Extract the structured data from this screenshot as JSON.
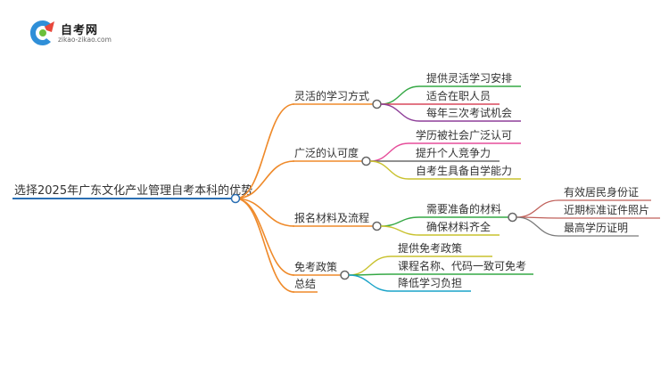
{
  "brand": {
    "name": "自考网",
    "url": "zikao-zikao.com"
  },
  "mindmap": {
    "root": "选择2025年广东文化产业管理自考本科的优势",
    "branches": [
      {
        "label": "灵活的学习方式",
        "color": "#ef8a2a",
        "children": [
          {
            "label": "提供灵活学习安排",
            "color": "#35a845"
          },
          {
            "label": "适合在职人员",
            "color": "#d9485b"
          },
          {
            "label": "每年三次考试机会",
            "color": "#8e3f99"
          }
        ]
      },
      {
        "label": "广泛的认可度",
        "color": "#ef8a2a",
        "children": [
          {
            "label": "学历被社会广泛认可",
            "color": "#e64d9a"
          },
          {
            "label": "提升个人竞争力",
            "color": "#6c6c6c"
          },
          {
            "label": "自考生具备自学能力",
            "color": "#c9c22f"
          }
        ]
      },
      {
        "label": "报名材料及流程",
        "color": "#ef8a2a",
        "children": [
          {
            "label": "需要准备的材料",
            "color": "#35a845",
            "children": [
              {
                "label": "有效居民身份证",
                "color": "#c0605a"
              },
              {
                "label": "近期标准证件照片",
                "color": "#c0605a"
              },
              {
                "label": "最高学历证明",
                "color": "#7a7a7a"
              }
            ]
          },
          {
            "label": "确保材料齐全",
            "color": "#c9c22f"
          }
        ]
      },
      {
        "label": "免考政策",
        "color": "#ef8a2a",
        "children": [
          {
            "label": "提供免考政策",
            "color": "#c9c22f"
          },
          {
            "label": "课程名称、代码一致可免考",
            "color": "#35a845"
          },
          {
            "label": "降低学习负担",
            "color": "#1aa3c8"
          }
        ]
      },
      {
        "label": "总结",
        "color": "#ef8a2a",
        "children": []
      }
    ]
  },
  "colors": {
    "root_line": "#2b6fb3",
    "node_circle_stroke": "#555555"
  }
}
